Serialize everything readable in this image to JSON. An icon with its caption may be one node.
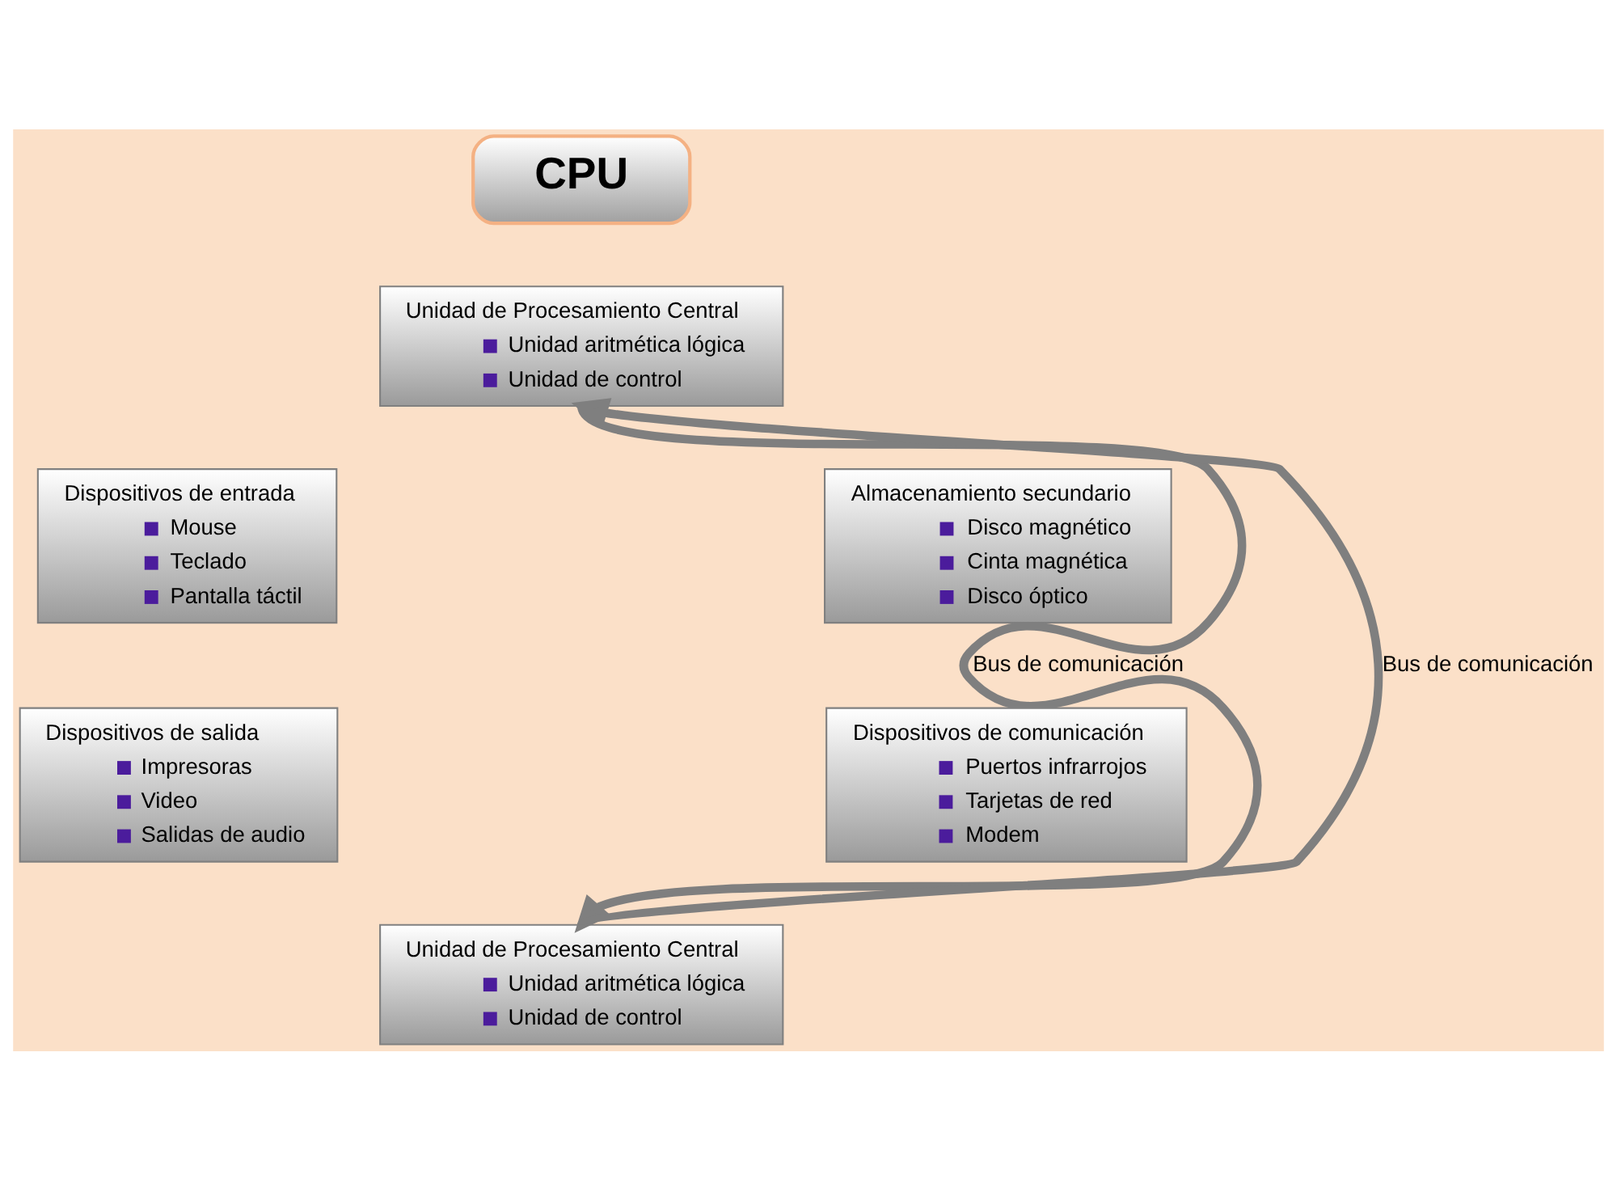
{
  "diagram": {
    "nodes": [
      {
        "text": [
          "CPU"
        ]
      },
      {
        "text": [
          "Unidad de Procesamiento Central",
          "Unidad aritmética lógica",
          "Unidad de control"
        ]
      },
      {
        "text": [
          "Dispositivos de entrada",
          "Mouse",
          "Teclado",
          "Pantalla táctil"
        ]
      },
      {
        "text": [
          "Dispositivos de salida",
          "Impresoras",
          "Video",
          "Salidas de audio"
        ]
      },
      {
        "text": [
          "Almacenamiento secundario",
          "Disco magnético",
          "Cinta magnética",
          "Disco óptico"
        ]
      },
      {
        "text": [
          "Dispositivos de comunicación",
          "Puertos infrarrojos",
          "Tarjetas de red",
          "Modem"
        ]
      },
      {
        "text": [
          "Unidad de Procesamiento Central",
          "Unidad aritmética lógica",
          "Unidad de control"
        ]
      }
    ],
    "edges": [
      {
        "from": 1,
        "to": 6,
        "arrow": "to",
        "label": "Bus de comunicación"
      },
      {
        "from": 6,
        "to": 1,
        "arrow": "to",
        "label": "Bus de comunicación"
      }
    ]
  }
}
